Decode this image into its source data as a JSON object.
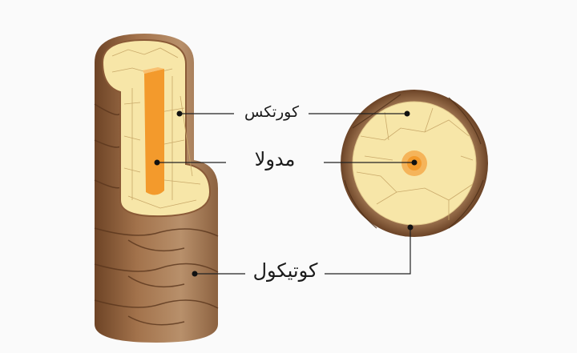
{
  "labels": {
    "cortex": "کورتکس",
    "medulla": "مدولا",
    "cuticle": "کوتیکول"
  },
  "colors": {
    "cuticle_brown": "#8a5a37",
    "cortex_cream": "#f7e6a8",
    "medulla_orange": "#f39a2c",
    "leader_line": "#222222"
  }
}
